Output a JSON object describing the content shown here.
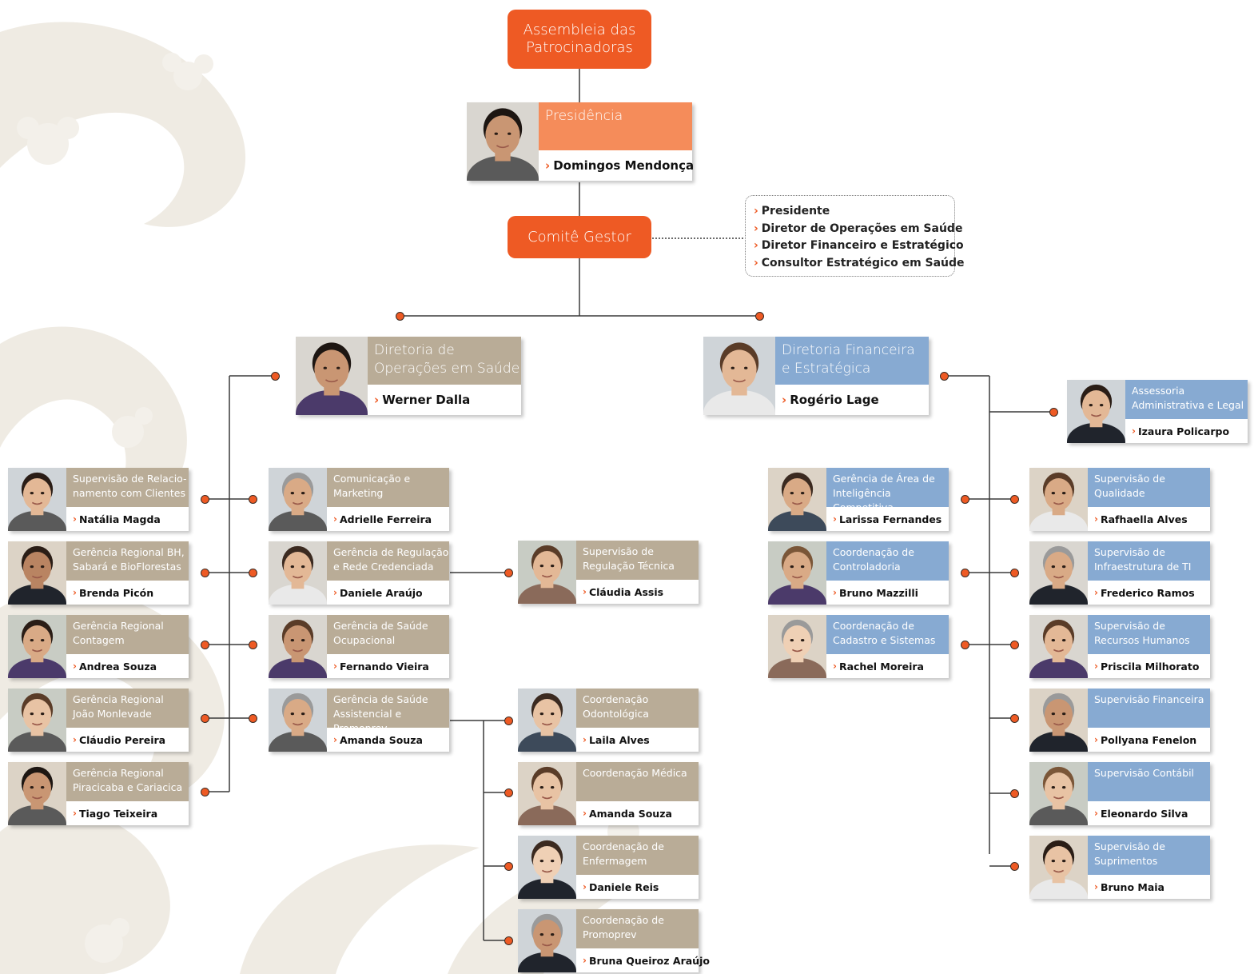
{
  "colors": {
    "accent_orange": "#ee5a24",
    "presidency_orange": "#f58c5a",
    "operations_tan": "#b9ac97",
    "finance_blue": "#87aad2",
    "connector": "#3a3a3a"
  },
  "top": {
    "assembly": "Assembleia das\nPatrocinadoras",
    "committee": "Comitê Gestor",
    "committee_members": [
      "Presidente",
      "Diretor de Operações em Saúde",
      "Diretor Financeiro e Estratégico",
      "Consultor Estratégico em Saúde"
    ]
  },
  "presidency": {
    "title": "Presidência",
    "person": "Domingos Mendonça"
  },
  "directorates": {
    "operations": {
      "title": "Diretoria de\nOperações em Saúde",
      "person": "Werner Dalla"
    },
    "finance": {
      "title": "Diretoria Financeira\ne Estratégica",
      "person": "Rogério Lage"
    }
  },
  "operations_left": [
    {
      "title": "Supervisão de Relacio-\nnamento com Clientes",
      "person": "Natália Magda"
    },
    {
      "title": "Gerência Regional BH,\nSabará e BioFlorestas",
      "person": "Brenda Picón"
    },
    {
      "title": "Gerência Regional\nContagem",
      "person": "Andrea Souza"
    },
    {
      "title": "Gerência Regional\nJoão Monlevade",
      "person": "Cláudio Pereira"
    },
    {
      "title": "Gerência Regional\nPiracicaba e Cariacica",
      "person": "Tiago Teixeira"
    }
  ],
  "operations_mid": [
    {
      "title": "Comunicação e\nMarketing",
      "person": "Adrielle Ferreira"
    },
    {
      "title": "Gerência de Regulação\ne Rede Credenciada",
      "person": "Daniele Araújo"
    },
    {
      "title": "Gerência de Saúde\nOcupacional",
      "person": "Fernando Vieira"
    },
    {
      "title": "Gerência de Saúde\nAssistencial e Promoprev",
      "person": "Amanda Souza"
    }
  ],
  "regulation_sub": {
    "title": "Supervisão de\nRegulação Técnica",
    "person": "Cláudia Assis"
  },
  "assistance_sub": [
    {
      "title": "Coordenação\nOdontológica",
      "person": "Laila Alves"
    },
    {
      "title": "Coordenação Médica",
      "person": "Amanda Souza"
    },
    {
      "title": "Coordenação de\nEnfermagem",
      "person": "Daniele Reis"
    },
    {
      "title": "Coordenação de\nPromoprev",
      "person": "Bruna Queiroz Araújo"
    }
  ],
  "finance_left": [
    {
      "title": "Gerência de Área de\nInteligência Competitiva",
      "person": "Larissa Fernandes"
    },
    {
      "title": "Coordenação de\nControladoria",
      "person": "Bruno Mazzilli"
    },
    {
      "title": "Coordenação de\nCadastro e Sistemas",
      "person": "Rachel Moreira"
    }
  ],
  "finance_advisory": {
    "title": "Assessoria\nAdministrativa e Legal",
    "person": "Izaura Policarpo"
  },
  "finance_right": [
    {
      "title": "Supervisão de\nQualidade",
      "person": "Rafhaella Alves"
    },
    {
      "title": "Supervisão de\nInfraestrutura de TI",
      "person": "Frederico Ramos"
    },
    {
      "title": "Supervisão de\nRecursos Humanos",
      "person": "Priscila Milhorato"
    },
    {
      "title": "Supervisão Financeira",
      "person": "Pollyana Fenelon"
    },
    {
      "title": "Supervisão Contábil",
      "person": "Eleonardo Silva"
    },
    {
      "title": "Supervisão de\nSuprimentos",
      "person": "Bruno Maia"
    }
  ]
}
